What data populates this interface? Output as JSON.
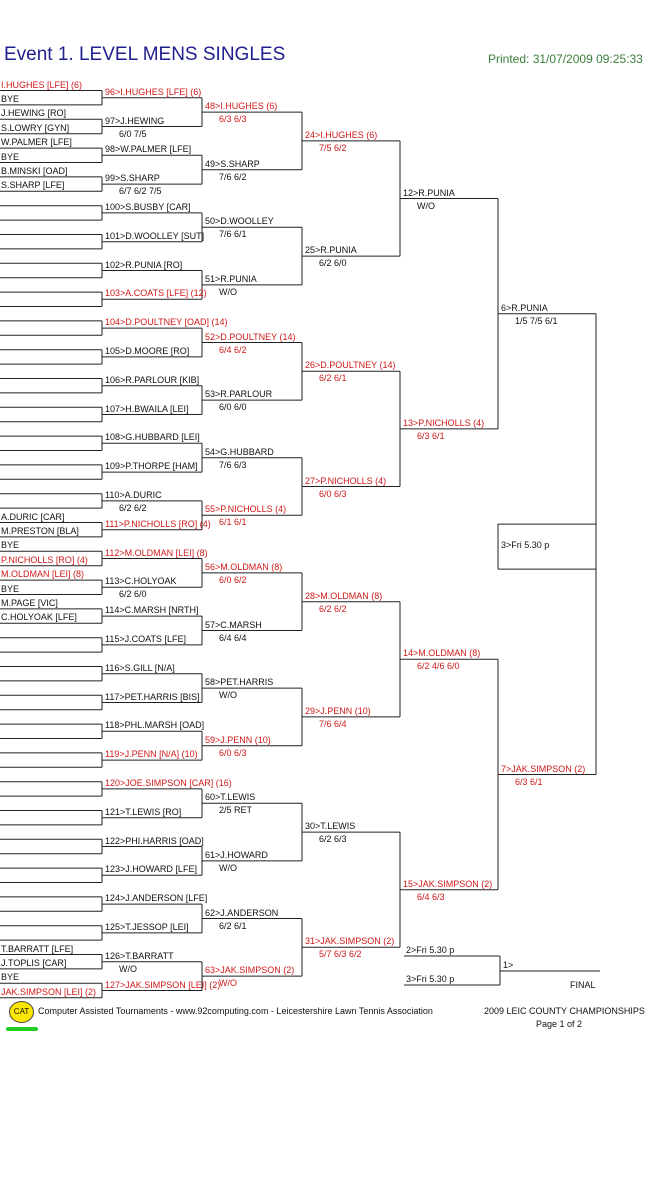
{
  "header": {
    "title": "Event 1. LEVEL MENS SINGLES",
    "printed": "Printed: 31/07/2009 09:25:33"
  },
  "colors": {
    "winner_text": "#d01818",
    "normal_text": "#111111",
    "title": "#1f1f8f",
    "printed": "#3a7f3a"
  },
  "draw": [
    {
      "name": "I.HUGHES [LFE] (6)",
      "red": true
    },
    {
      "name": "BYE",
      "red": false
    },
    {
      "name": "J.HEWING [RO]",
      "red": false
    },
    {
      "name": "S.LOWRY [GYN]",
      "red": false
    },
    {
      "name": "W.PALMER [LFE]",
      "red": false
    },
    {
      "name": "BYE",
      "red": false
    },
    {
      "name": "B.MINSKI [OAD]",
      "red": false
    },
    {
      "name": "S.SHARP [LFE]",
      "red": false
    },
    {
      "name": "",
      "red": false
    },
    {
      "name": "",
      "red": false
    },
    {
      "name": "",
      "red": false
    },
    {
      "name": "",
      "red": false
    },
    {
      "name": "",
      "red": false
    },
    {
      "name": "",
      "red": false
    },
    {
      "name": "",
      "red": false
    },
    {
      "name": "",
      "red": false
    },
    {
      "name": "",
      "red": false
    },
    {
      "name": "",
      "red": false
    },
    {
      "name": "",
      "red": false
    },
    {
      "name": "",
      "red": false
    },
    {
      "name": "",
      "red": false
    },
    {
      "name": "",
      "red": false
    },
    {
      "name": "",
      "red": false
    },
    {
      "name": "",
      "red": false
    },
    {
      "name": "",
      "red": false
    },
    {
      "name": "",
      "red": false
    },
    {
      "name": "",
      "red": false
    },
    {
      "name": "",
      "red": false
    },
    {
      "name": "",
      "red": false
    },
    {
      "name": "",
      "red": false
    },
    {
      "name": "A.DURIC [CAR]",
      "red": false
    },
    {
      "name": "M.PRESTON [BLA]",
      "red": false
    },
    {
      "name": "BYE",
      "red": false
    },
    {
      "name": "P.NICHOLLS [RO] (4)",
      "red": true
    },
    {
      "name": "M.OLDMAN [LEI] (8)",
      "red": true
    },
    {
      "name": "BYE",
      "red": false
    },
    {
      "name": "M.PAGE [VIC]",
      "red": false
    },
    {
      "name": "C.HOLYOAK [LFE]",
      "red": false
    },
    {
      "name": "",
      "red": false
    },
    {
      "name": "",
      "red": false
    },
    {
      "name": "",
      "red": false
    },
    {
      "name": "",
      "red": false
    },
    {
      "name": "",
      "red": false
    },
    {
      "name": "",
      "red": false
    },
    {
      "name": "",
      "red": false
    },
    {
      "name": "",
      "red": false
    },
    {
      "name": "",
      "red": false
    },
    {
      "name": "",
      "red": false
    },
    {
      "name": "",
      "red": false
    },
    {
      "name": "",
      "red": false
    },
    {
      "name": "",
      "red": false
    },
    {
      "name": "",
      "red": false
    },
    {
      "name": "",
      "red": false
    },
    {
      "name": "",
      "red": false
    },
    {
      "name": "",
      "red": false
    },
    {
      "name": "",
      "red": false
    },
    {
      "name": "",
      "red": false
    },
    {
      "name": "",
      "red": false
    },
    {
      "name": "",
      "red": false
    },
    {
      "name": "",
      "red": false
    },
    {
      "name": "T.BARRATT [LFE]",
      "red": false
    },
    {
      "name": "J.TOPLIS [CAR]",
      "red": false
    },
    {
      "name": "BYE",
      "red": false
    },
    {
      "name": "JAK.SIMPSON [LEI] (2)",
      "red": true
    }
  ],
  "round1": [
    {
      "text": "96>I.HUGHES [LFE] (6)",
      "score": "",
      "red": true
    },
    {
      "text": "97>J.HEWING",
      "score": "6/0 7/5",
      "red": false
    },
    {
      "text": "98>W.PALMER [LFE]",
      "score": "",
      "red": false
    },
    {
      "text": "99>S.SHARP",
      "score": "6/7 6/2 7/5",
      "red": false
    },
    {
      "text": "100>S.BUSBY [CAR]",
      "score": "",
      "red": false
    },
    {
      "text": "101>D.WOOLLEY [SUT]",
      "score": "",
      "red": false
    },
    {
      "text": "102>R.PUNIA [RO]",
      "score": "",
      "red": false
    },
    {
      "text": "103>A.COATS [LFE] (12)",
      "score": "",
      "red": true
    },
    {
      "text": "104>D.POULTNEY [OAD] (14)",
      "score": "",
      "red": true
    },
    {
      "text": "105>D.MOORE [RO]",
      "score": "",
      "red": false
    },
    {
      "text": "106>R.PARLOUR [KIB]",
      "score": "",
      "red": false
    },
    {
      "text": "107>H.BWAILA [LEI]",
      "score": "",
      "red": false
    },
    {
      "text": "108>G.HUBBARD [LEI]",
      "score": "",
      "red": false
    },
    {
      "text": "109>P.THORPE [HAM]",
      "score": "",
      "red": false
    },
    {
      "text": "110>A.DURIC",
      "score": "6/2 6/2",
      "red": false
    },
    {
      "text": "111>P.NICHOLLS [RO] (4)",
      "score": "",
      "red": true
    },
    {
      "text": "112>M.OLDMAN [LEI] (8)",
      "score": "",
      "red": true
    },
    {
      "text": "113>C.HOLYOAK",
      "score": "6/2 6/0",
      "red": false
    },
    {
      "text": "114>C.MARSH [NRTH]",
      "score": "",
      "red": false
    },
    {
      "text": "115>J.COATS [LFE]",
      "score": "",
      "red": false
    },
    {
      "text": "116>S.GILL [N/A]",
      "score": "",
      "red": false
    },
    {
      "text": "117>PET.HARRIS [BIS]",
      "score": "",
      "red": false
    },
    {
      "text": "118>PHL.MARSH [OAD]",
      "score": "",
      "red": false
    },
    {
      "text": "119>J.PENN [N/A] (10)",
      "score": "",
      "red": true
    },
    {
      "text": "120>JOE.SIMPSON [CAR] (16)",
      "score": "",
      "red": true
    },
    {
      "text": "121>T.LEWIS [RO]",
      "score": "",
      "red": false
    },
    {
      "text": "122>PHI.HARRIS [OAD]",
      "score": "",
      "red": false
    },
    {
      "text": "123>J.HOWARD [LFE]",
      "score": "",
      "red": false
    },
    {
      "text": "124>J.ANDERSON [LFE]",
      "score": "",
      "red": false
    },
    {
      "text": "125>T.JESSOP [LEI]",
      "score": "",
      "red": false
    },
    {
      "text": "126>T.BARRATT",
      "score": "W/O",
      "red": false
    },
    {
      "text": "127>JAK.SIMPSON [LEI] (2)",
      "score": "",
      "red": true
    }
  ],
  "round2": [
    {
      "text": "48>I.HUGHES (6)",
      "score": "6/3 6/3",
      "red": true
    },
    {
      "text": "49>S.SHARP",
      "score": "7/6 6/2",
      "red": false
    },
    {
      "text": "50>D.WOOLLEY",
      "score": "7/6 6/1",
      "red": false
    },
    {
      "text": "51>R.PUNIA",
      "score": "W/O",
      "red": false
    },
    {
      "text": "52>D.POULTNEY (14)",
      "score": "6/4 6/2",
      "red": true
    },
    {
      "text": "53>R.PARLOUR",
      "score": "6/0 6/0",
      "red": false
    },
    {
      "text": "54>G.HUBBARD",
      "score": "7/6 6/3",
      "red": false
    },
    {
      "text": "55>P.NICHOLLS (4)",
      "score": "6/1 6/1",
      "red": true
    },
    {
      "text": "56>M.OLDMAN (8)",
      "score": "6/0 6/2",
      "red": true
    },
    {
      "text": "57>C.MARSH",
      "score": "6/4 6/4",
      "red": false
    },
    {
      "text": "58>PET.HARRIS",
      "score": "W/O",
      "red": false
    },
    {
      "text": "59>J.PENN (10)",
      "score": "6/0 6/3",
      "red": true
    },
    {
      "text": "60>T.LEWIS",
      "score": "2/5 RET",
      "red": false
    },
    {
      "text": "61>J.HOWARD",
      "score": "W/O",
      "red": false
    },
    {
      "text": "62>J.ANDERSON",
      "score": "6/2 6/1",
      "red": false
    },
    {
      "text": "63>JAK.SIMPSON (2)",
      "score": "W/O",
      "red": true
    }
  ],
  "round3": [
    {
      "text": "24>I.HUGHES (6)",
      "score": "7/5 6/2",
      "red": true
    },
    {
      "text": "25>R.PUNIA",
      "score": "6/2 6/0",
      "red": false
    },
    {
      "text": "26>D.POULTNEY (14)",
      "score": "6/2 6/1",
      "red": true
    },
    {
      "text": "27>P.NICHOLLS (4)",
      "score": "6/0 6/3",
      "red": true
    },
    {
      "text": "28>M.OLDMAN (8)",
      "score": "6/2 6/2",
      "red": true
    },
    {
      "text": "29>J.PENN (10)",
      "score": "7/6 6/4",
      "red": true
    },
    {
      "text": "30>T.LEWIS",
      "score": "6/2 6/3",
      "red": false
    },
    {
      "text": "31>JAK.SIMPSON (2)",
      "score": "5/7 6/3 6/2",
      "red": true
    }
  ],
  "round4": [
    {
      "text": "12>R.PUNIA",
      "score": "W/O",
      "red": false
    },
    {
      "text": "13>P.NICHOLLS (4)",
      "score": "6/3 6/1",
      "red": true
    },
    {
      "text": "14>M.OLDMAN (8)",
      "score": "6/2 4/6 6/0",
      "red": true
    },
    {
      "text": "15>JAK.SIMPSON (2)",
      "score": "6/4 6/3",
      "red": true
    }
  ],
  "round5": [
    {
      "text": "6>R.PUNIA",
      "score": "1/5 7/5 6/1",
      "red": false
    },
    {
      "text": "7>JAK.SIMPSON (2)",
      "score": "6/3 6/1",
      "red": true
    }
  ],
  "semi_note": "3>Fri 5.30 p",
  "final": {
    "slot_top": "2>Fri 5.30 p",
    "slot_bottom": "3>Fri 5.30 p",
    "winner": "1>",
    "label": "FINAL"
  },
  "footer": {
    "logo": "CAT",
    "text": "Computer Assisted Tournaments - www.92computing.com -  Leicestershire Lawn Tennis Association",
    "event": "2009 LEIC COUNTY CHAMPIONSHIPS",
    "page": "Page 1 of 2"
  }
}
